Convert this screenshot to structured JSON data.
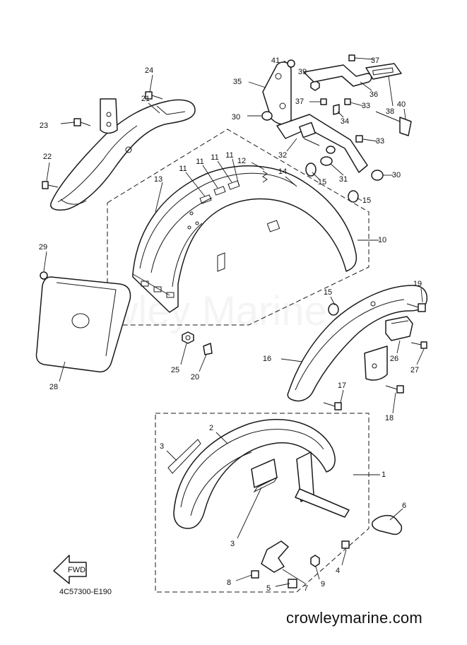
{
  "watermark": "Crowley Marine",
  "reference_code": "4C57300-E190",
  "site_url": "crowleymarine.com",
  "fwd_label": "FWD",
  "colors": {
    "line": "#1a1a1a",
    "background": "#ffffff"
  },
  "callouts": [
    {
      "num": "1"
    },
    {
      "num": "2"
    },
    {
      "num": "3"
    },
    {
      "num": "3"
    },
    {
      "num": "4"
    },
    {
      "num": "5"
    },
    {
      "num": "6"
    },
    {
      "num": "7"
    },
    {
      "num": "8"
    },
    {
      "num": "9"
    },
    {
      "num": "10"
    },
    {
      "num": "11"
    },
    {
      "num": "11"
    },
    {
      "num": "11"
    },
    {
      "num": "11"
    },
    {
      "num": "12"
    },
    {
      "num": "13"
    },
    {
      "num": "14"
    },
    {
      "num": "15"
    },
    {
      "num": "15"
    },
    {
      "num": "15"
    },
    {
      "num": "16"
    },
    {
      "num": "17"
    },
    {
      "num": "18"
    },
    {
      "num": "19"
    },
    {
      "num": "20"
    },
    {
      "num": "21"
    },
    {
      "num": "22"
    },
    {
      "num": "23"
    },
    {
      "num": "24"
    },
    {
      "num": "25"
    },
    {
      "num": "26"
    },
    {
      "num": "27"
    },
    {
      "num": "28"
    },
    {
      "num": "29"
    },
    {
      "num": "30"
    },
    {
      "num": "30"
    },
    {
      "num": "31"
    },
    {
      "num": "32"
    },
    {
      "num": "33"
    },
    {
      "num": "33"
    },
    {
      "num": "34"
    },
    {
      "num": "35"
    },
    {
      "num": "36"
    },
    {
      "num": "37"
    },
    {
      "num": "37"
    },
    {
      "num": "38"
    },
    {
      "num": "39"
    },
    {
      "num": "40"
    },
    {
      "num": "41"
    }
  ]
}
